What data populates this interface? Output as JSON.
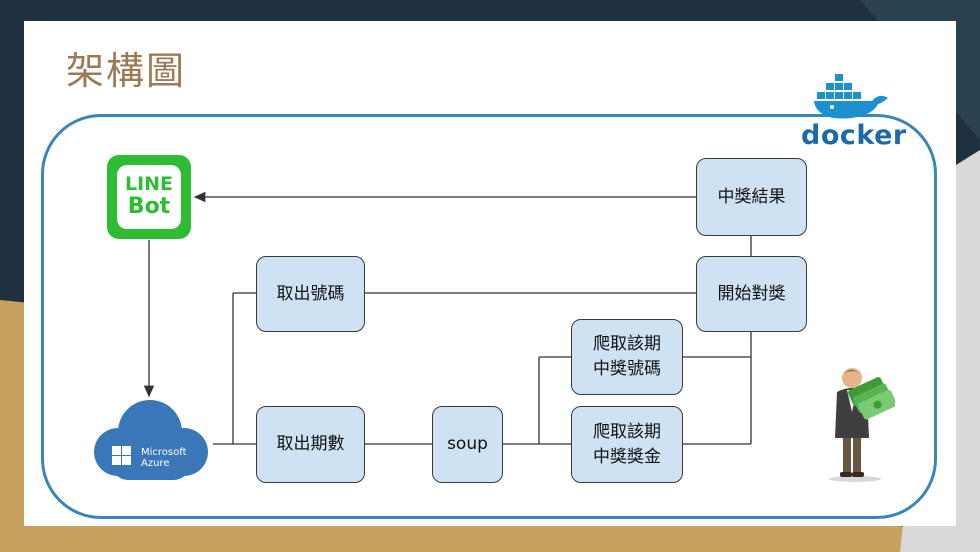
{
  "slide": {
    "title": "架構圖"
  },
  "logos": {
    "line_bot": {
      "line1": "LINE",
      "line2": "Bot",
      "color": "#2EBD32"
    },
    "docker": {
      "text": "docker",
      "color": "#1D6AA8"
    },
    "azure": {
      "line1": "Microsoft",
      "line2": "Azure",
      "color": "#3A77B8"
    }
  },
  "nodes": {
    "fetch_numbers": "取出號碼",
    "fetch_period": "取出期數",
    "soup": "soup",
    "crawl_numbers": [
      "爬取該期",
      "中獎號碼"
    ],
    "crawl_prize": [
      "爬取該期",
      "中獎獎金"
    ],
    "start_check": "開始對獎",
    "result": "中獎結果"
  },
  "colors": {
    "node_fill": "#CFE2F3",
    "frame": "#3B86B8",
    "title": "#9B7A55",
    "background": "#1F3140",
    "accent_gold": "#C7A25E"
  }
}
